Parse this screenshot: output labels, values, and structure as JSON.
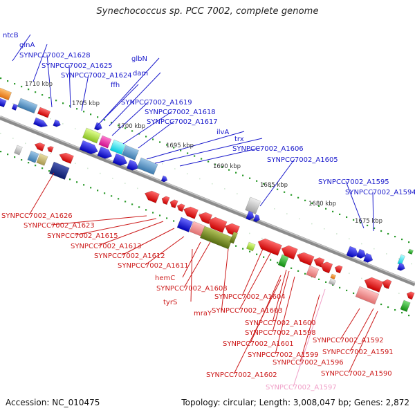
{
  "header": {
    "title": "Synechococcus sp. PCC 7002, complete genome"
  },
  "footer": {
    "accession": "Accession: NC_010475",
    "summary": "Topology: circular; Length: 3,008,047 bp; Genes: 2,872"
  },
  "scale_ticks": [
    "1710 kbp",
    "1705 kbp",
    "1700 kbp",
    "1695 kbp",
    "1690 kbp",
    "1685 kbp",
    "1680 kbp",
    "1675 kbp"
  ],
  "forward_labels": [
    "ntcB",
    "glnA",
    "SYNPCC7002_A1628",
    "SYNPCC7002_A1625",
    "SYNPCC7002_A1624",
    "glbN",
    "dam",
    "ffh",
    "SYNPCC7002_A1619",
    "SYNPCC7002_A1618",
    "SYNPCC7002_A1617",
    "ilvA",
    "trx",
    "SYNPCC7002_A1606",
    "SYNPCC7002_A1605",
    "SYNPCC7002_A1595",
    "SYNPCC7002_A1594"
  ],
  "reverse_labels": [
    "SYNPCC7002_A1626",
    "SYNPCC7002_A1623",
    "SYNPCC7002_A1615",
    "SYNPCC7002_A1613",
    "SYNPCC7002_A1612",
    "SYNPCC7002_A1611",
    "hemC",
    "SYNPCC7002_A1608",
    "tyrS",
    "mraY",
    "SYNPCC7002_A1604",
    "SYNPCC7002_A1603",
    "SYNPCC7002_A1600",
    "SYNPCC7002_A1598",
    "SYNPCC7002_A1601",
    "SYNPCC7002_A1599",
    "SYNPCC7002_A1592",
    "SYNPCC7002_A1591",
    "SYNPCC7002_A1596",
    "SYNPCC7002_A1602",
    "SYNPCC7002_A1590",
    "SYNPCC7002_A1597"
  ],
  "colors": {
    "forward_label": "#1a1acc",
    "reverse_label": "#cc1a1a",
    "faded_label": "#f0a0c8",
    "backbone": "#8c8c8c",
    "dots": "#2a9a2a"
  }
}
